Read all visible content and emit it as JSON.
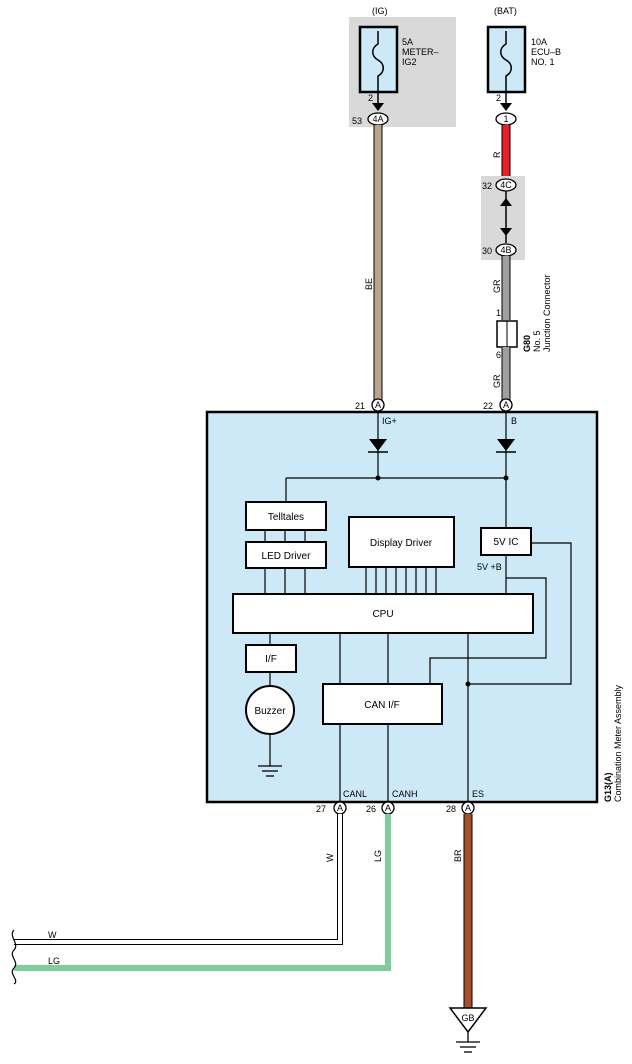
{
  "colors": {
    "module_fill": "#cde9f8",
    "fuse_box_fill": "#d9d9d9",
    "wire_BE": "#b9a58f",
    "wire_R": "#e8202a",
    "wire_GR": "#a0a0a0",
    "wire_LG": "#7fcd9a",
    "wire_BR": "#a3502b",
    "wire_W": "#ffffff"
  },
  "fuse_ig": {
    "supply": "(IG)",
    "rating": "5A",
    "name_line1": "METER–",
    "name_line2": "IG2",
    "fuse_pin": "2",
    "connector_pin": "53",
    "connector": "4A"
  },
  "fuse_bat": {
    "supply": "(BAT)",
    "rating": "10A",
    "name_line1": "ECU–B",
    "name_line2": "NO. 1",
    "fuse_pin": "2",
    "connector": "1"
  },
  "connector_4c": {
    "pin": "32",
    "label": "4C"
  },
  "connector_4b": {
    "pin": "30",
    "label": "4B"
  },
  "junction": {
    "code": "G80",
    "name_line1": "No. 5",
    "name_line2": "Junction Connector",
    "pin_top": "1",
    "pin_bottom": "6"
  },
  "wires": {
    "be": "BE",
    "r": "R",
    "gr_top": "GR",
    "gr_bottom": "GR",
    "w": "W",
    "lg": "LG",
    "br": "BR",
    "w_end": "W",
    "lg_end": "LG"
  },
  "module": {
    "code": "G13(A)",
    "name": "Combination Meter Assembly",
    "pin_ig": {
      "num": "21",
      "conn": "A",
      "signal": "IG+"
    },
    "pin_b": {
      "num": "22",
      "conn": "A",
      "signal": "B"
    },
    "pin_canl": {
      "num": "27",
      "conn": "A",
      "signal": "CANL"
    },
    "pin_canh": {
      "num": "26",
      "conn": "A",
      "signal": "CANH"
    },
    "pin_es": {
      "num": "28",
      "conn": "A",
      "signal": "ES"
    },
    "blocks": {
      "telltales": "Telltales",
      "led_driver": "LED Driver",
      "display_driver": "Display Driver",
      "vic": "5V IC",
      "vb": "5V +B",
      "cpu": "CPU",
      "if": "I/F",
      "buzzer": "Buzzer",
      "can_if": "CAN I/F"
    }
  },
  "ground": {
    "label": "GB"
  }
}
